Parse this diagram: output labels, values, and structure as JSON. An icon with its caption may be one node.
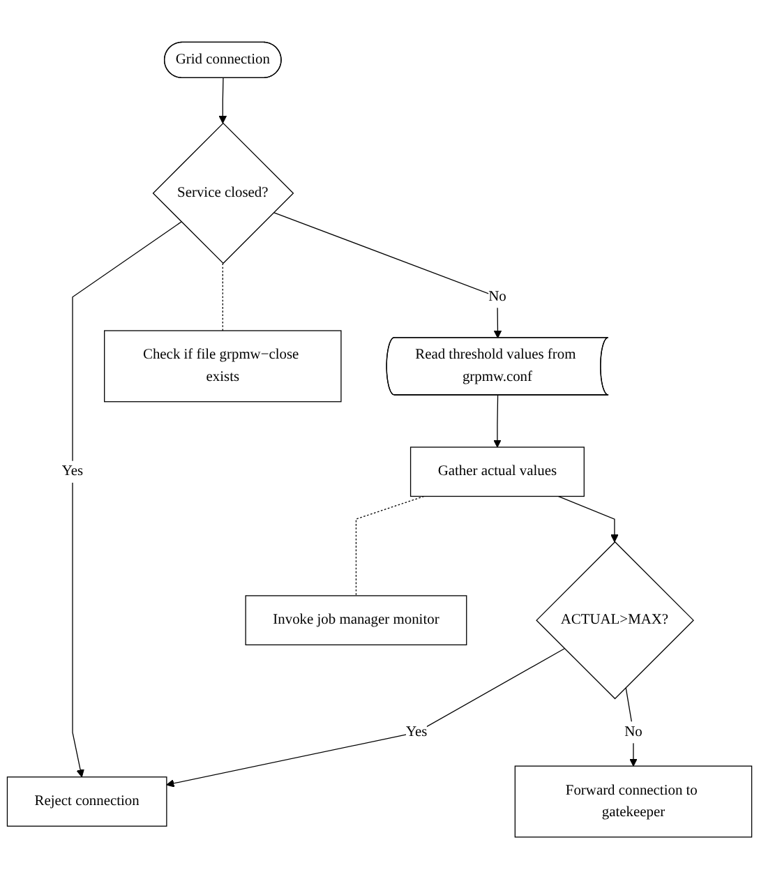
{
  "diagram": {
    "nodes": [
      {
        "text": [
          "Grid connection"
        ]
      },
      {
        "text": [
          "Service closed?"
        ]
      },
      {
        "text": [
          "Check if file grpmw−close exists"
        ]
      },
      {
        "text": [
          "Read threshold values from grpmw.conf"
        ]
      },
      {
        "text": [
          "Gather actual values"
        ]
      },
      {
        "text": [
          "Invoke job manager monitor"
        ]
      },
      {
        "text": [
          "ACTUAL>MAX?"
        ]
      },
      {
        "text": [
          "Reject connection"
        ]
      },
      {
        "text": [
          "Forward connection to gatekeeper"
        ]
      }
    ],
    "edges": [
      {
        "from": 0,
        "to": 1,
        "arrow": "to"
      },
      {
        "from": 1,
        "to": 7,
        "arrow": "to",
        "label": "Yes"
      },
      {
        "from": 1,
        "to": 2,
        "arrow": "none",
        "style": "dashed"
      },
      {
        "from": 1,
        "to": 3,
        "arrow": "to",
        "label": "No"
      },
      {
        "from": 3,
        "to": 4,
        "arrow": "to"
      },
      {
        "from": 4,
        "to": 5,
        "arrow": "none",
        "style": "dashed"
      },
      {
        "from": 4,
        "to": 6,
        "arrow": "to"
      },
      {
        "from": 6,
        "to": 7,
        "arrow": "to",
        "label": "Yes"
      },
      {
        "from": 6,
        "to": 8,
        "arrow": "to",
        "label": "No"
      }
    ]
  }
}
